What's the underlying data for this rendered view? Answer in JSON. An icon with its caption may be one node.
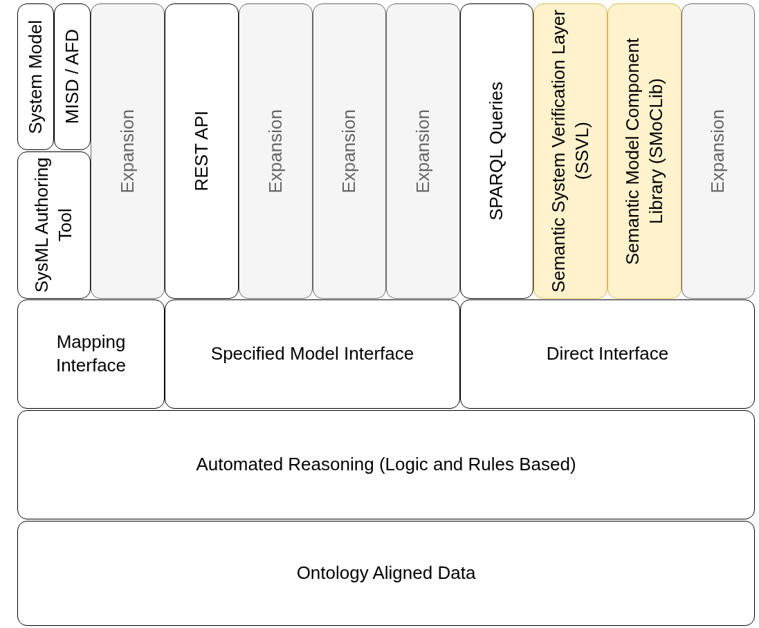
{
  "diagram": {
    "nodes": [
      {
        "text": [
          "System Model"
        ]
      },
      {
        "text": [
          "MISD / AFD"
        ]
      },
      {
        "text": [
          "SysML Authoring Tool"
        ]
      },
      {
        "text": [
          "Expansion"
        ]
      },
      {
        "text": [
          "REST API"
        ]
      },
      {
        "text": [
          "Expansion"
        ]
      },
      {
        "text": [
          "Expansion"
        ]
      },
      {
        "text": [
          "Expansion"
        ]
      },
      {
        "text": [
          "SPARQL Queries"
        ]
      },
      {
        "text": [
          "Semantic System Verification Layer (SSVL)"
        ]
      },
      {
        "text": [
          "Semantic Model Component Library (SMoCLib)"
        ]
      },
      {
        "text": [
          "Expansion"
        ]
      },
      {
        "text": [
          "Mapping Interface"
        ]
      },
      {
        "text": [
          "Specified Model Interface"
        ]
      },
      {
        "text": [
          "Direct Interface"
        ]
      },
      {
        "text": [
          "Automated Reasoning (Logic and Rules Based)"
        ]
      },
      {
        "text": [
          "Ontology Aligned Data"
        ]
      }
    ]
  }
}
